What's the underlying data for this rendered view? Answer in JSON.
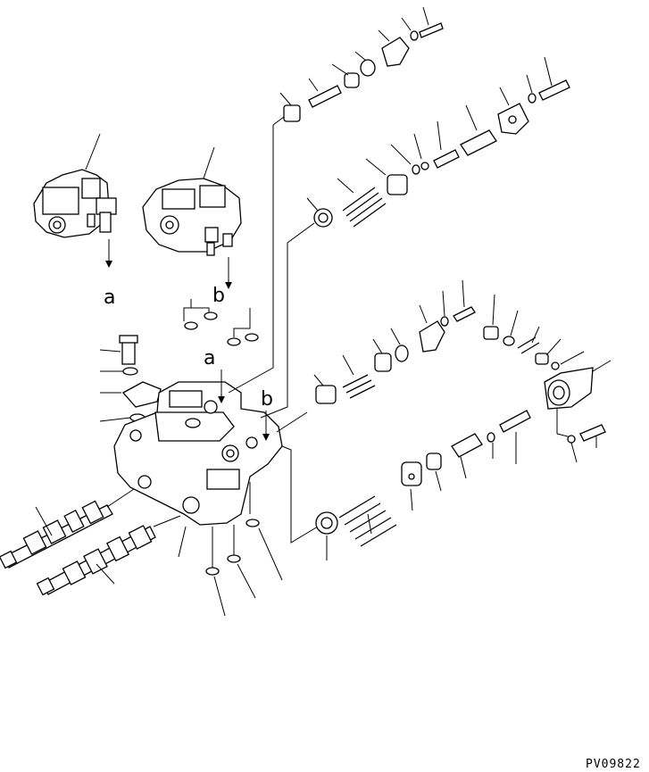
{
  "labels": {
    "a_top": "a",
    "b_top": "b",
    "a_body": "a",
    "b_body": "b"
  },
  "drawing_code": "PV09822"
}
